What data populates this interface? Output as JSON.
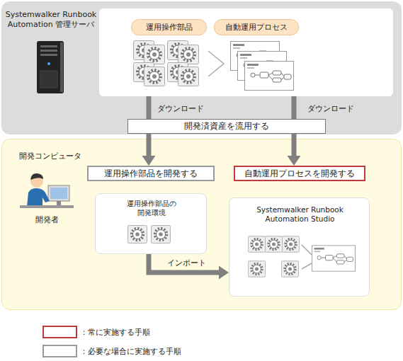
{
  "diagram": {
    "nodes": [
      {
        "text": [
          "Systemwalker Runbook Automation 管理サーバ"
        ]
      },
      {
        "text": [
          "運用操作部品"
        ],
        "in": 0
      },
      {
        "text": [
          "自動運用プロセス"
        ],
        "in": 0
      },
      {
        "text": [
          "開発済資産を流用する"
        ]
      },
      {
        "text": [
          "開発コンピュータ"
        ]
      },
      {
        "text": [
          "運用操作部品を開発する"
        ],
        "in": 4
      },
      {
        "text": [
          "自動運用プロセスを開発する"
        ],
        "in": 4
      },
      {
        "text": [
          "運用操作部品の 開発環境"
        ],
        "in": 4
      },
      {
        "text": [
          "Systemwalker Runbook Automation Studio"
        ],
        "in": 4
      }
    ],
    "edges": [
      {
        "from": 1,
        "to": 5,
        "label": "ダウンロード",
        "arrow": "to"
      },
      {
        "from": 2,
        "to": 6,
        "label": "ダウンロード",
        "arrow": "to"
      },
      {
        "from": 7,
        "to": 8,
        "label": "インポート",
        "arrow": "to"
      }
    ],
    "labels": [
      "開発者"
    ],
    "legend": [
      {
        "text": "：常に実施する手順",
        "color": "#c0393f"
      },
      {
        "text": "：必要な場合に実施する手順",
        "color": "#9a9a9a"
      }
    ]
  }
}
